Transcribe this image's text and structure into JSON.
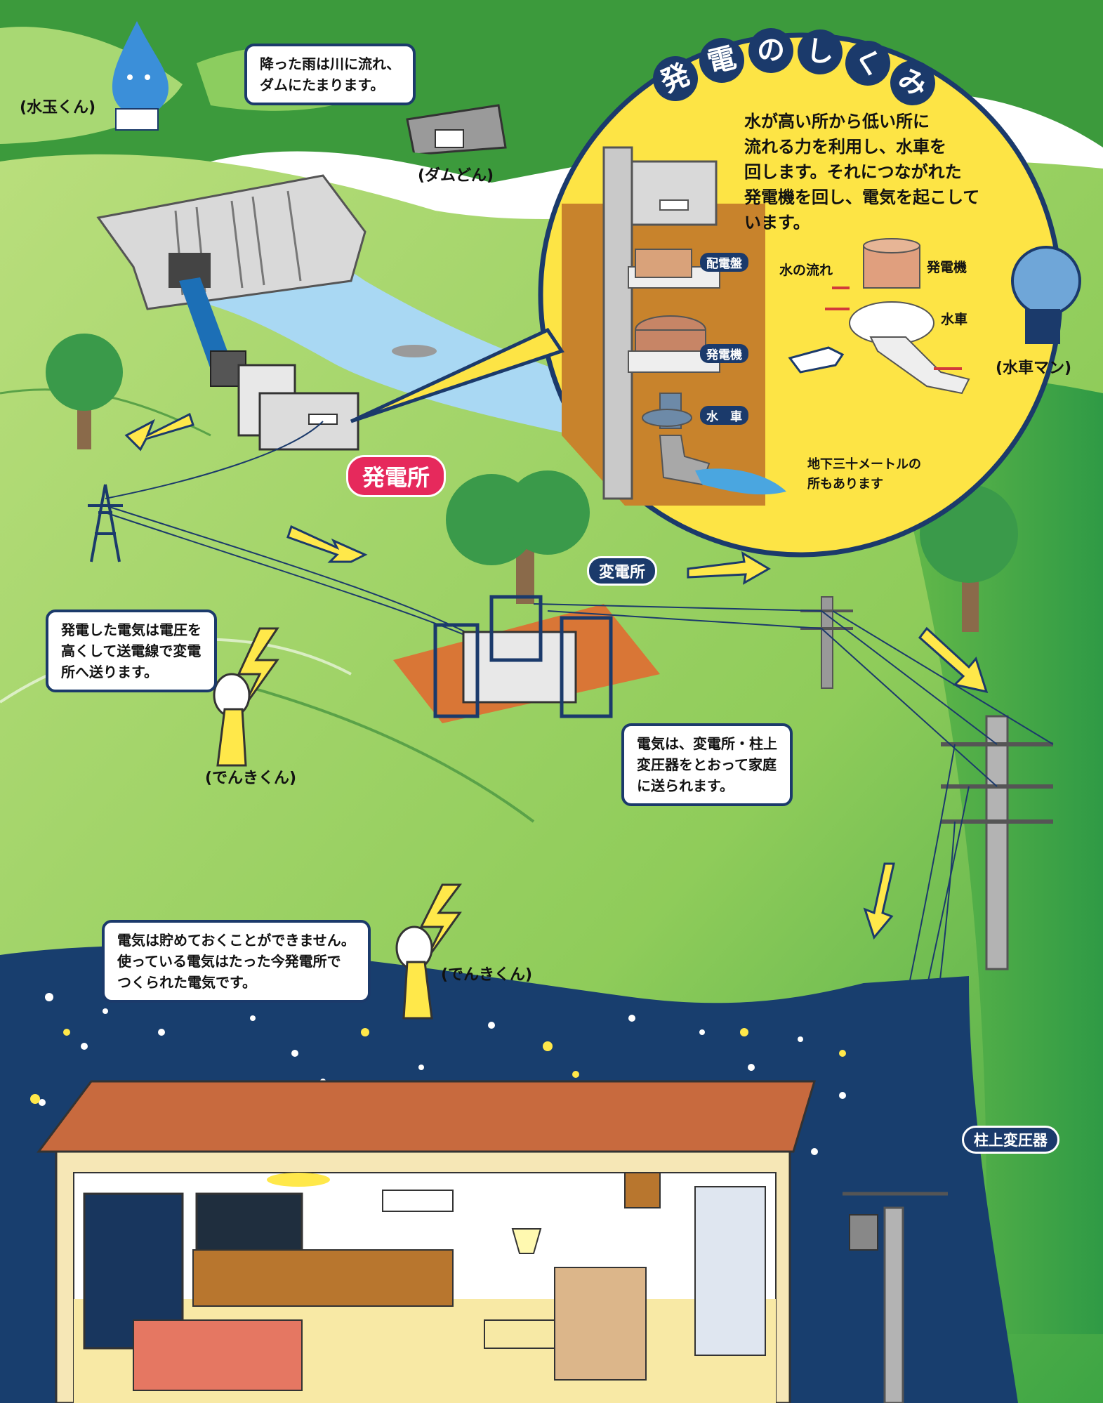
{
  "colors": {
    "sky_night": "#183e6e",
    "grass_light": "#9fd16a",
    "grass_dark": "#3c9a3c",
    "river": "#a9d8f3",
    "navy": "#1b3a6b",
    "yellow": "#ffe84a",
    "station_red": "#e6295c",
    "arrow_yellow": "#ffe84a"
  },
  "characters": {
    "water_drop": "(水玉くん)",
    "dam": "(ダムどん)",
    "denki_1": "(でんきくん)",
    "denki_2": "(でんきくん)",
    "waterwheel_man": "(水車マン)"
  },
  "bubbles": {
    "rain": [
      "降った雨は川に流れ、",
      "ダムにたまります。"
    ],
    "transmission": [
      "発電した電気は電圧を",
      "高くして送電線で変電",
      "所へ送ります。"
    ],
    "distribution": [
      "電気は、変電所・柱上",
      "変圧器をとおって家庭",
      "に送られます。"
    ],
    "storage": [
      "電気は貯めておくことができません。",
      "使っている電気はたった今発電所で",
      "つくられた電気です。"
    ]
  },
  "mechanism": {
    "title_chars": [
      "発",
      "電",
      "の",
      "し",
      "く",
      "み"
    ],
    "description": [
      "水が高い所から低い所に",
      "流れる力を利用し、水車を",
      "回します。それにつながれた",
      "発電機を回し、電気を起こして",
      "います。"
    ],
    "tags": {
      "switchboard": "配電盤",
      "generator": "発電機",
      "turbine": "水　車"
    },
    "diagram_labels": {
      "water_flow": "水の流れ",
      "generator": "発電機",
      "turbine": "水車"
    },
    "underground_note": [
      "地下三十メートルの",
      "所もあります"
    ]
  },
  "labels": {
    "power_station": "発電所",
    "substation": "変電所",
    "pole_transformer": "柱上変圧器"
  }
}
